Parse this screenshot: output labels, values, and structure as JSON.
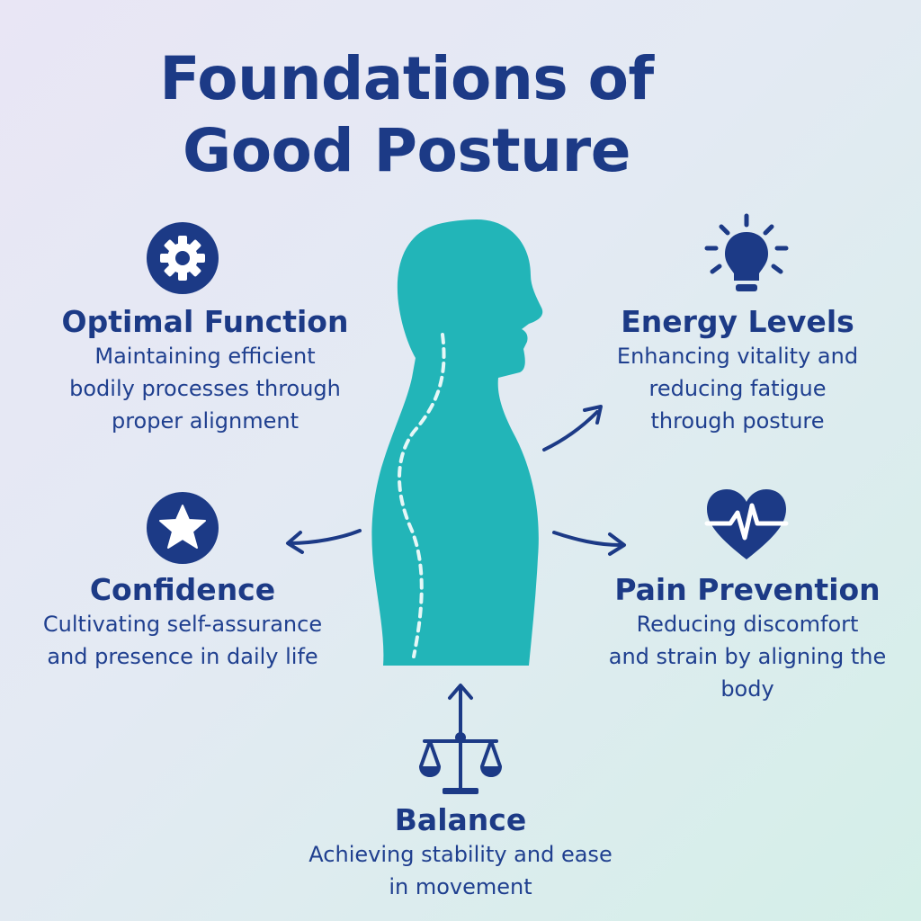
{
  "title": {
    "line1": "Foundations of",
    "line2": "Good Posture"
  },
  "colors": {
    "primary": "#1c3a86",
    "figure": "#22b5b8",
    "spine": "#e6f7f7"
  },
  "items": {
    "optimal_function": {
      "icon": "gear-icon",
      "heading": "Optimal Function",
      "lines": [
        "Maintaining efficient",
        "bodily processes through",
        "proper alignment"
      ]
    },
    "energy_levels": {
      "icon": "lightbulb-icon",
      "heading": "Energy Levels",
      "lines": [
        "Enhancing vitality and",
        "reducing fatigue",
        "through posture"
      ]
    },
    "confidence": {
      "icon": "star-icon",
      "heading": "Confidence",
      "lines": [
        "Cultivating self-assurance",
        "and presence in daily life"
      ]
    },
    "pain_prevention": {
      "icon": "heartbeat-icon",
      "heading": "Pain Prevention",
      "lines": [
        "Reducing discomfort",
        "and strain by aligning the",
        "body"
      ]
    },
    "balance": {
      "icon": "scale-icon",
      "heading": "Balance",
      "lines": [
        "Achieving stability and ease",
        "in movement"
      ]
    }
  }
}
